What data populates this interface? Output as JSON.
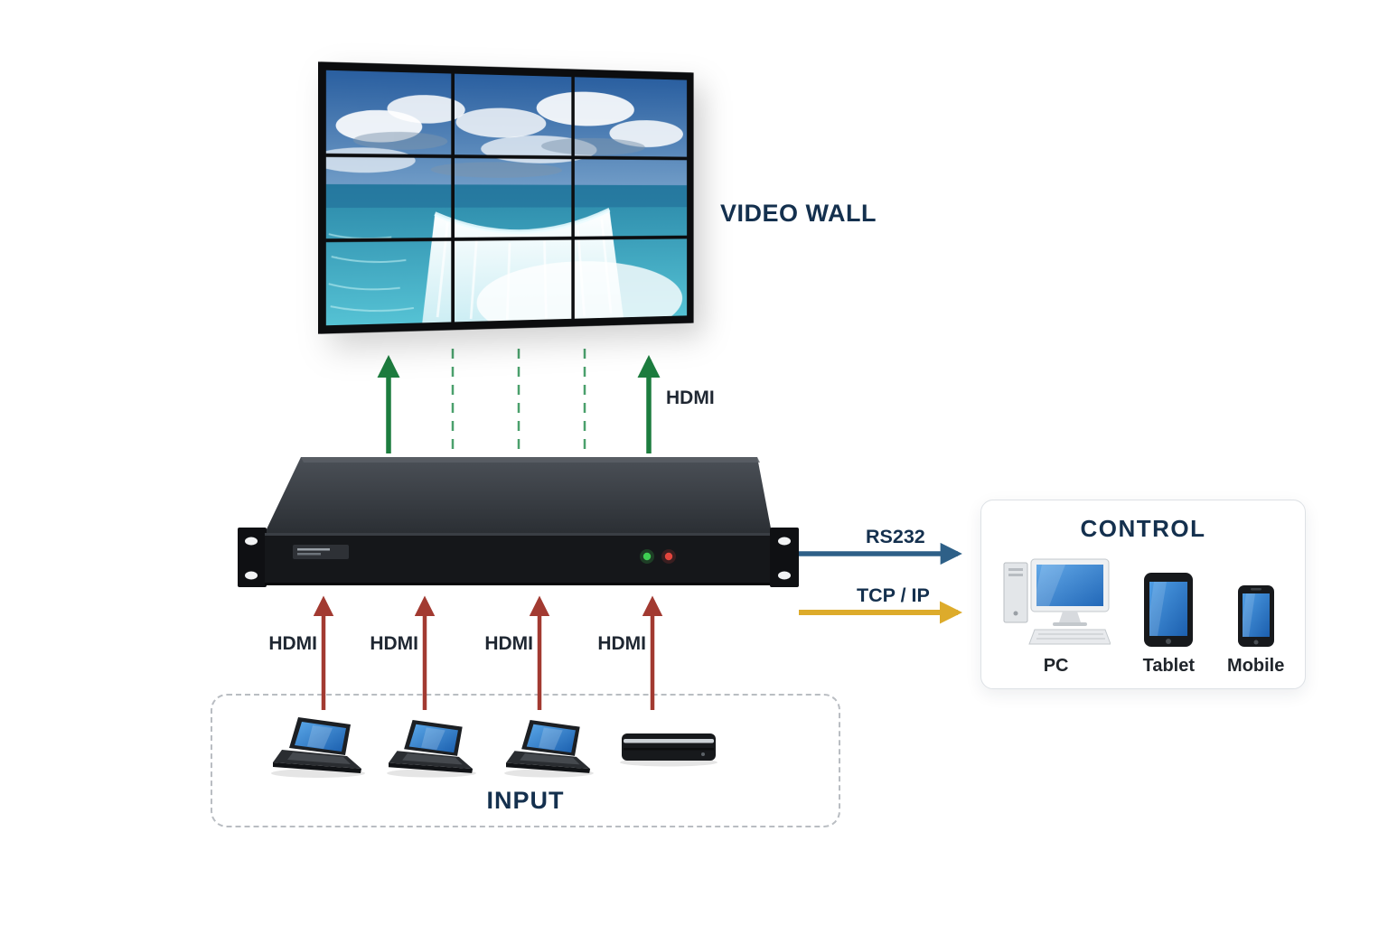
{
  "colors": {
    "arrow_green": "#1c7c3e",
    "arrow_green_dash": "#4aa06c",
    "arrow_red": "#a23a31",
    "arrow_blue": "#2e6088",
    "arrow_yellow": "#ddab2b",
    "label_navy": "#14304e",
    "label_dark": "#1f2732",
    "led_green": "#3ecf52",
    "led_red": "#e2453d"
  },
  "video_wall": {
    "label": "VIDEO WALL",
    "rows": 3,
    "cols": 3
  },
  "outputs": {
    "hdmi_label": "HDMI"
  },
  "inputs": {
    "box_label": "INPUT",
    "hdmi_labels": [
      "HDMI",
      "HDMI",
      "HDMI",
      "HDMI"
    ],
    "devices": [
      "laptop",
      "laptop",
      "laptop",
      "media-player"
    ]
  },
  "control": {
    "title": "CONTROL",
    "rs232_label": "RS232",
    "tcpip_label": "TCP / IP",
    "devices": [
      {
        "label": "PC"
      },
      {
        "label": "Tablet"
      },
      {
        "label": "Mobile"
      }
    ]
  }
}
